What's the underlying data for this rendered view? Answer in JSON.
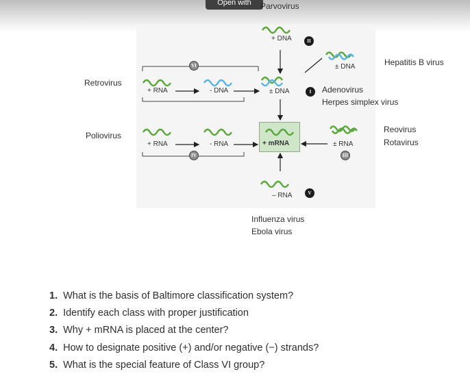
{
  "header": {
    "open_with_label": "Open with",
    "top_virus": "Parvovirus"
  },
  "diagram": {
    "left_groups": [
      {
        "name": "Retrovirus"
      },
      {
        "name": "Poliovirus"
      }
    ],
    "strand_labels": {
      "center_top_dna": "+ DNA",
      "center_mid_dna": "± DNA",
      "center_mrna": "+ mRNA",
      "center_bottom_rna": "– RNA",
      "row1_rna": "+ RNA",
      "row1_dna": "- DNA",
      "row2_rna": "+ RNA",
      "row2_minus_rna": "- RNA",
      "right_top_dna": "± DNA",
      "right_mid_rna": "± RNA"
    },
    "class_badges": {
      "I": "I",
      "II": "II",
      "III": "III",
      "IV": "IV",
      "V": "V",
      "VI": "VI"
    },
    "right_viruses": {
      "class_vii": "Hepatitis B virus",
      "class_i": [
        "Adenovirus",
        "Herpes simplex virus"
      ],
      "class_iii": [
        "Reovirus",
        "Rotavirus"
      ]
    },
    "bottom_viruses": [
      "Influenza virus",
      "Ebola virus"
    ],
    "colors": {
      "wave_green": "#5aa83c",
      "wave_blue": "#5ab4e6",
      "mrna_box_fill": "#cfe6c8",
      "panel_fill": "#f5f5f5"
    }
  },
  "questions": [
    {
      "number": "1.",
      "text": "What is the basis of Baltimore classification system?"
    },
    {
      "number": "2.",
      "text": "Identify each class with proper justification"
    },
    {
      "number": "3.",
      "text": "Why + mRNA is placed at the center?"
    },
    {
      "number": "4.",
      "text": "How to designate positive (+) and/or negative (−) strands?"
    },
    {
      "number": "5.",
      "text": "What is the special feature of Class VI group?"
    }
  ]
}
